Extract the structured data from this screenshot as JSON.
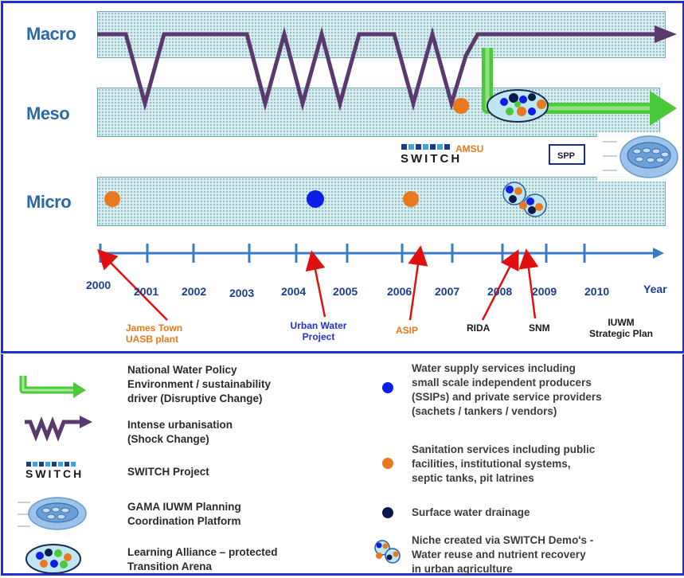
{
  "levels": {
    "macro": "Macro",
    "meso": "Meso",
    "micro": "Micro"
  },
  "timeline": {
    "years": [
      "2000",
      "2001",
      "2002",
      "2003",
      "2004",
      "2005",
      "2006",
      "2007",
      "2008",
      "2009",
      "2010"
    ],
    "year_label": "Year"
  },
  "markers": {
    "amsu": "AMSU",
    "spp": "SPP",
    "switch_wordmark": "SWITCH"
  },
  "events": {
    "james_town": "James Town\nUASB plant",
    "urban_water": "Urban Water\nProject",
    "asip": "ASIP",
    "rida": "RIDA",
    "snm": "SNM",
    "iuwm": "IUWM\nStrategic Plan"
  },
  "legend": {
    "national_policy": "National Water Policy\nEnvironment / sustainability\ndriver (Disruptive Change)",
    "urbanisation": "Intense urbanisation\n(Shock Change)",
    "switch_project": "SWITCH Project",
    "gama": "GAMA IUWM Planning\nCoordination Platform",
    "learning_alliance": "Learning Alliance  –  protected\nTransition Arena",
    "water_supply": "Water supply services including\nsmall scale independent producers\n(SSIPs) and private service providers\n(sachets / tankers / vendors)",
    "sanitation": "Sanitation services including public\nfacilities, institutional systems,\nseptic tanks, pit latrines",
    "drainage": "Surface water drainage",
    "niche": "Niche created via SWITCH Demo's -\nWater reuse and nutrient recovery\nin urban agriculture"
  },
  "colors": {
    "frame": "#1f2fd8",
    "level_text": "#2b6aa8",
    "urbanisation_line": "#5a3a6e",
    "policy_arrow": "#4cc93a",
    "water_supply_dot": "#0b1fe6",
    "sanitation_dot": "#e8791e",
    "drainage_dot": "#0a1a4a",
    "event_arrow": "#e01010",
    "timeline_axis": "#3a7dc0"
  },
  "icons": [
    "policy-arrow-icon",
    "urbanisation-zigzag-icon",
    "switch-logo-icon",
    "gama-platform-icon",
    "learning-alliance-icon",
    "water-supply-dot-icon",
    "sanitation-dot-icon",
    "drainage-dot-icon",
    "niche-cluster-icon"
  ]
}
